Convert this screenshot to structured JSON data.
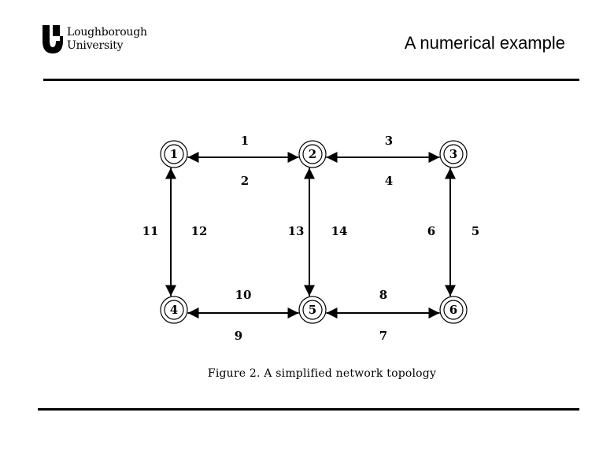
{
  "header": {
    "logo_line1": "Loughborough",
    "logo_line2": "University",
    "title": "A numerical example"
  },
  "diagram": {
    "nodes": [
      {
        "id": "1",
        "label": "1"
      },
      {
        "id": "2",
        "label": "2"
      },
      {
        "id": "3",
        "label": "3"
      },
      {
        "id": "4",
        "label": "4"
      },
      {
        "id": "5",
        "label": "5"
      },
      {
        "id": "6",
        "label": "6"
      }
    ],
    "links": [
      {
        "label": "1",
        "from": "1",
        "to": "2"
      },
      {
        "label": "2",
        "from": "2",
        "to": "1"
      },
      {
        "label": "3",
        "from": "2",
        "to": "3"
      },
      {
        "label": "4",
        "from": "3",
        "to": "2"
      },
      {
        "label": "5",
        "from": "3",
        "to": "6"
      },
      {
        "label": "6",
        "from": "6",
        "to": "3"
      },
      {
        "label": "7",
        "from": "6",
        "to": "5"
      },
      {
        "label": "8",
        "from": "5",
        "to": "6"
      },
      {
        "label": "9",
        "from": "5",
        "to": "4"
      },
      {
        "label": "10",
        "from": "4",
        "to": "5"
      },
      {
        "label": "11",
        "from": "4",
        "to": "1"
      },
      {
        "label": "12",
        "from": "1",
        "to": "4"
      },
      {
        "label": "13",
        "from": "5",
        "to": "2"
      },
      {
        "label": "14",
        "from": "2",
        "to": "5"
      }
    ],
    "caption": "Figure 2. A simplified network topology"
  },
  "colors": {
    "line": "#000000",
    "background": "#ffffff"
  }
}
